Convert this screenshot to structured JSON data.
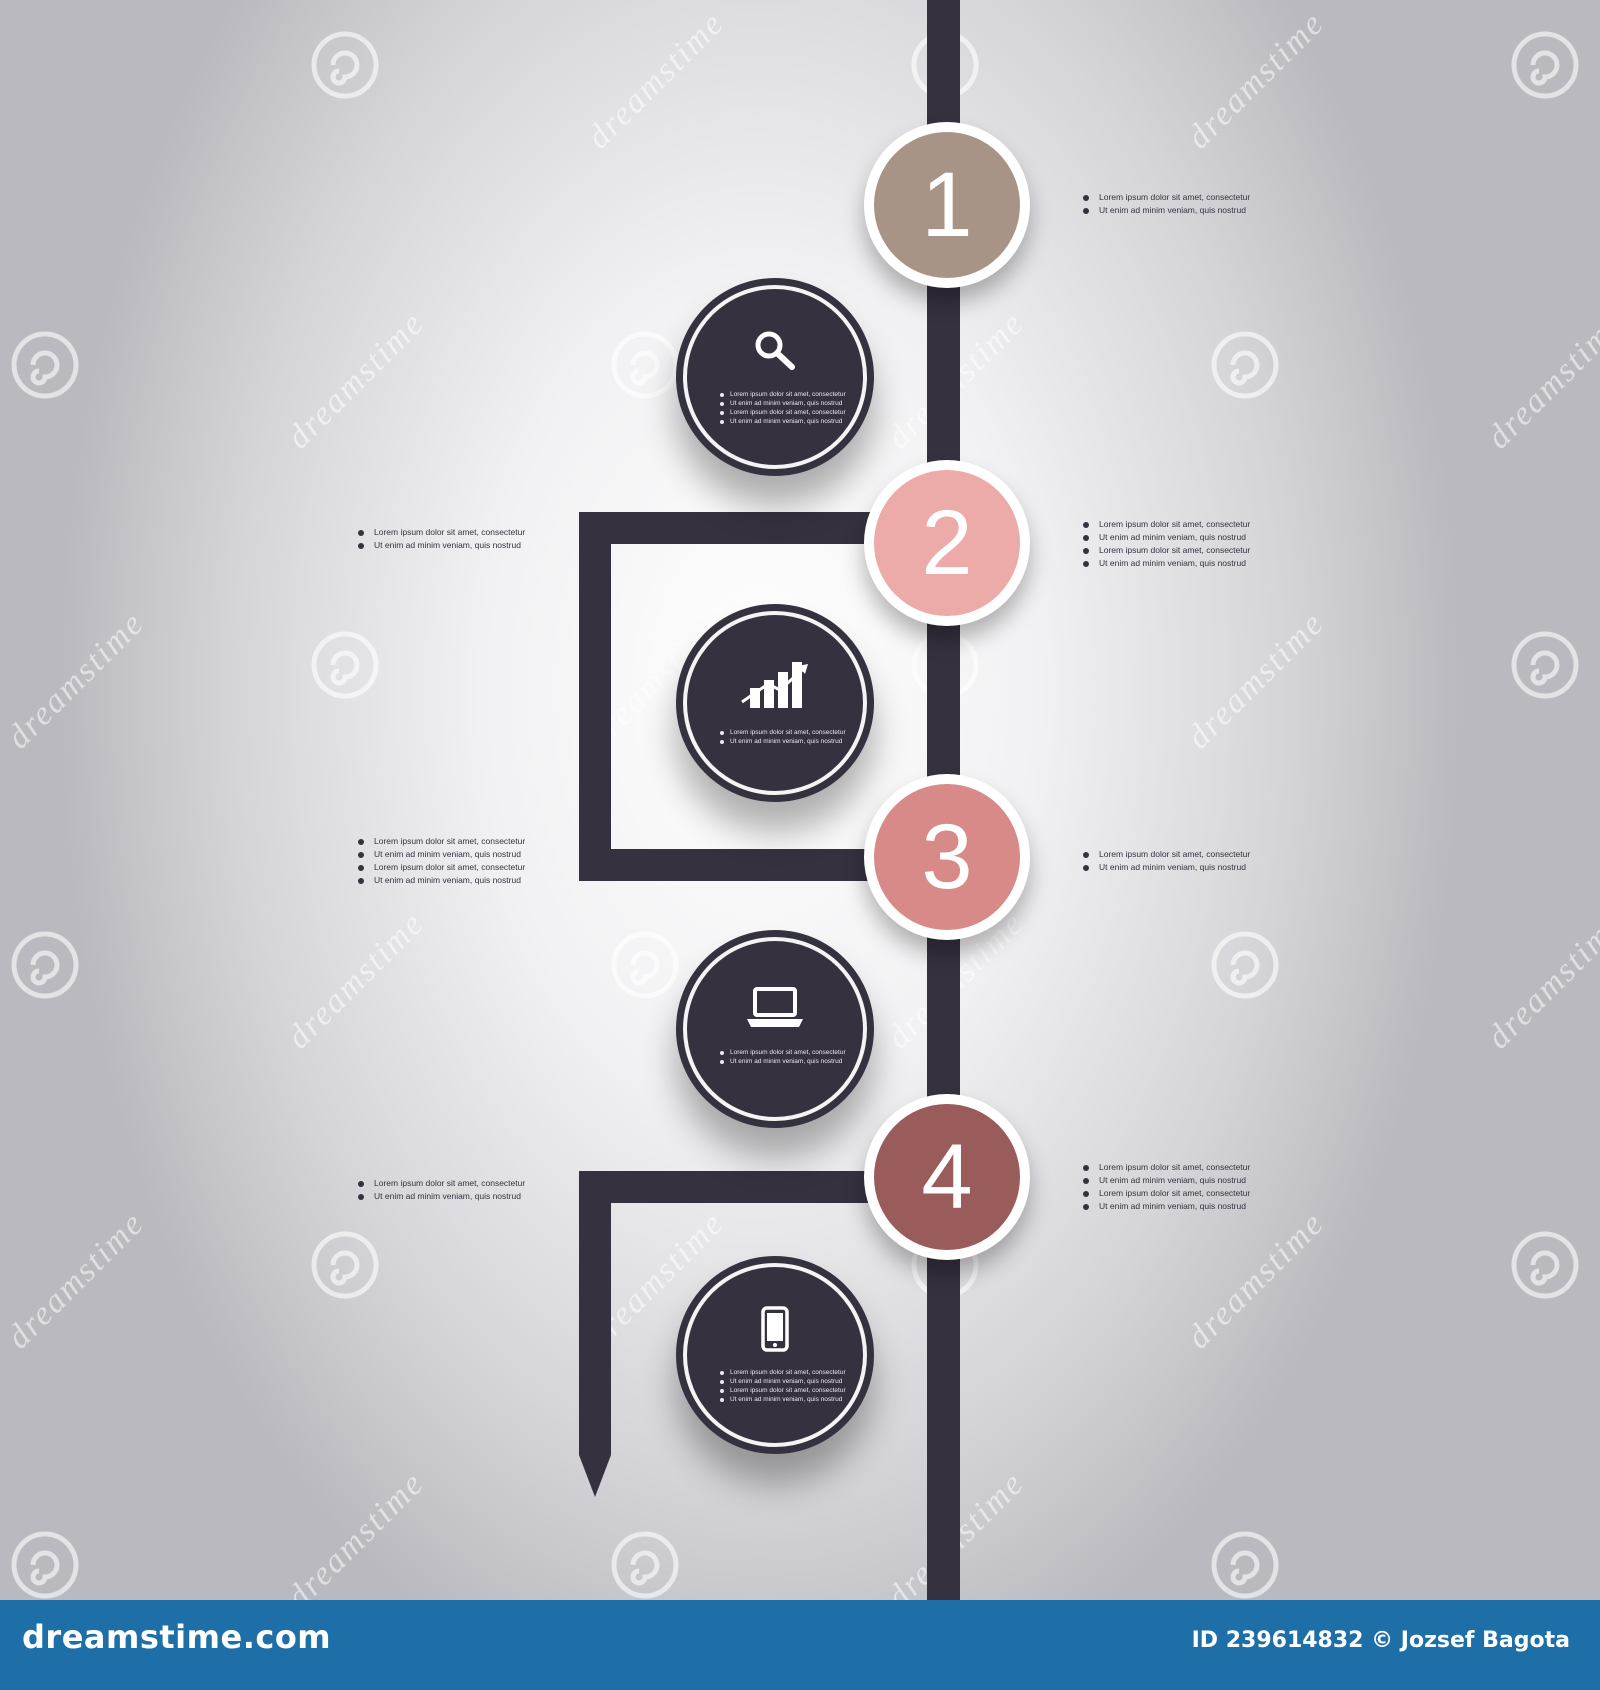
{
  "steps": [
    {
      "number": "1",
      "color": "#a89487",
      "right_text": [
        "Lorem ipsum dolor sit amet, consectetur",
        "Ut enim ad minim veniam, quis nostrud"
      ],
      "left_text": []
    },
    {
      "number": "2",
      "color": "#ecaaa8",
      "right_text": [
        "Lorem ipsum dolor sit amet, consectetur",
        "Ut enim ad minim veniam, quis nostrud",
        "Lorem ipsum dolor sit amet, consectetur",
        "Ut enim ad minim veniam, quis nostrud"
      ],
      "left_text": [
        "Lorem ipsum dolor sit amet, consectetur",
        "Ut enim ad minim veniam, quis nostrud"
      ]
    },
    {
      "number": "3",
      "color": "#d78a88",
      "right_text": [
        "Lorem ipsum dolor sit amet, consectetur",
        "Ut enim ad minim veniam, quis nostrud"
      ],
      "left_text": [
        "Lorem ipsum dolor sit amet, consectetur",
        "Ut enim ad minim veniam, quis nostrud",
        "Lorem ipsum dolor sit amet, consectetur",
        "Ut enim ad minim veniam, quis nostrud"
      ]
    },
    {
      "number": "4",
      "color": "#9a5b5b",
      "right_text": [
        "Lorem ipsum dolor sit amet, consectetur",
        "Ut enim ad minim veniam, quis nostrud",
        "Lorem ipsum dolor sit amet, consectetur",
        "Ut enim ad minim veniam, quis nostrud"
      ],
      "left_text": [
        "Lorem ipsum dolor sit amet, consectetur",
        "Ut enim ad minim veniam, quis nostrud"
      ]
    }
  ],
  "icon_circles": [
    {
      "icon": "search-icon",
      "lines": [
        "Lorem ipsum dolor sit amet, consectetur",
        "Ut enim ad minim veniam, quis nostrud",
        "Lorem ipsum dolor sit amet, consectetur",
        "Ut enim ad minim veniam, quis nostrud"
      ]
    },
    {
      "icon": "bar-chart-growth-icon",
      "lines": [
        "Lorem ipsum dolor sit amet, consectetur",
        "Ut enim ad minim veniam, quis nostrud"
      ]
    },
    {
      "icon": "laptop-icon",
      "lines": [
        "Lorem ipsum dolor sit amet, consectetur",
        "Ut enim ad minim veniam, quis nostrud"
      ]
    },
    {
      "icon": "smartphone-icon",
      "lines": [
        "Lorem ipsum dolor sit amet, consectetur",
        "Ut enim ad minim veniam, quis nostrud",
        "Lorem ipsum dolor sit amet, consectetur",
        "Ut enim ad minim veniam, quis nostrud"
      ]
    }
  ],
  "colors": {
    "line": "#35313f",
    "dark_circle": "#35313f",
    "footer": "#1e6fa7"
  },
  "watermark": {
    "text": "dreamstime"
  },
  "footer": {
    "brand": "dreamstime.com",
    "credit": "ID 239614832 © Jozsef Bagota"
  }
}
